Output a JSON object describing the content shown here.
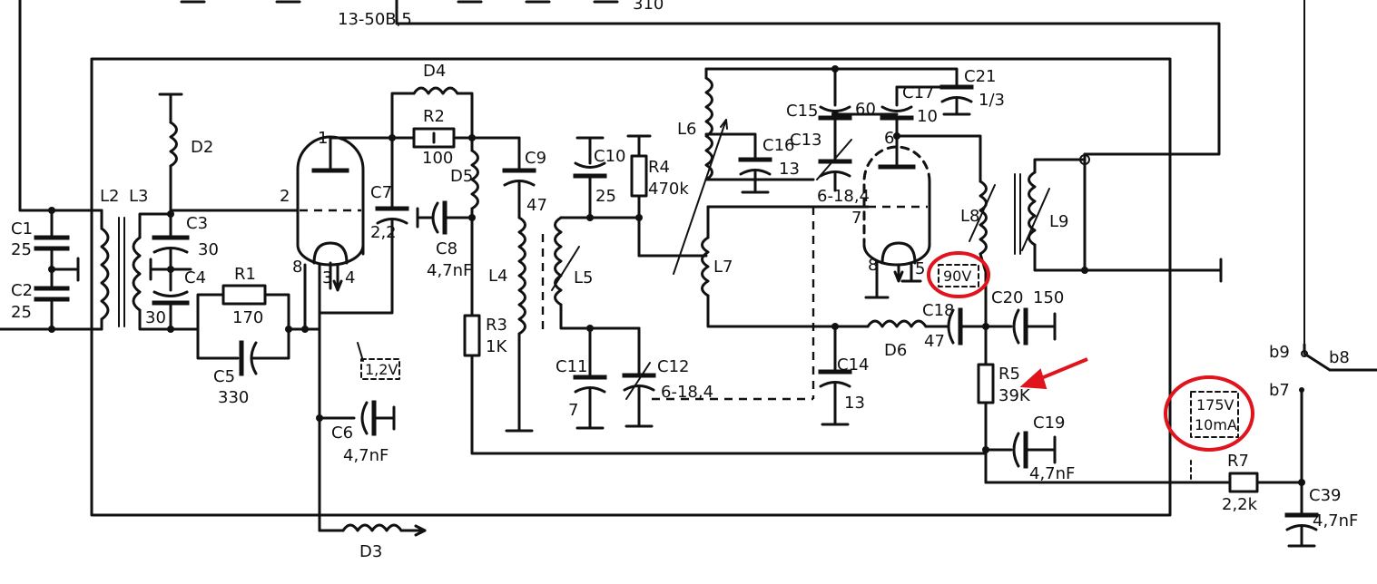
{
  "header_fragments": {
    "left": "13-50B,5",
    "right": "310"
  },
  "components": {
    "c1": {
      "name": "C1",
      "value": "25"
    },
    "c2": {
      "name": "C2",
      "value": "25"
    },
    "l2": {
      "name": "L2"
    },
    "l3": {
      "name": "L3"
    },
    "d2": {
      "name": "D2"
    },
    "c3": {
      "name": "C3",
      "value": "30"
    },
    "c4": {
      "name": "C4",
      "value": "30"
    },
    "r1": {
      "name": "R1",
      "value": "170"
    },
    "c5": {
      "name": "C5",
      "value": "330"
    },
    "c6": {
      "name": "C6",
      "value": "4,7nF"
    },
    "d3": {
      "name": "D3"
    },
    "c7": {
      "name": "C7",
      "value": "2,2"
    },
    "d4": {
      "name": "D4"
    },
    "r2": {
      "name": "R2",
      "value": "100"
    },
    "c8": {
      "name": "C8",
      "value": "4,7nF"
    },
    "d5": {
      "name": "D5"
    },
    "c9": {
      "name": "C9",
      "value": "47"
    },
    "l4": {
      "name": "L4"
    },
    "r3": {
      "name": "R3",
      "value": "1K"
    },
    "c10": {
      "name": "C10",
      "value": "25"
    },
    "r4": {
      "name": "R4",
      "value": "470k"
    },
    "l5": {
      "name": "L5"
    },
    "c11": {
      "name": "C11",
      "value": "7"
    },
    "c12": {
      "name": "C12",
      "value": "6-18,4"
    },
    "l6": {
      "name": "L6"
    },
    "c16": {
      "name": "C16",
      "value": "13"
    },
    "c15": {
      "name": "C15",
      "value": "60"
    },
    "c13": {
      "name": "C13",
      "value": "6-18,4"
    },
    "c17": {
      "name": "C17",
      "value": "10"
    },
    "c21": {
      "name": "C21",
      "value": "1/3"
    },
    "l7": {
      "name": "L7"
    },
    "l8": {
      "name": "L8"
    },
    "l9": {
      "name": "L9"
    },
    "c14": {
      "name": "C14",
      "value": "13"
    },
    "d6": {
      "name": "D6"
    },
    "c18": {
      "name": "C18",
      "value": "47"
    },
    "c20": {
      "name": "C20",
      "value": "150"
    },
    "r5": {
      "name": "R5",
      "value": "39K"
    },
    "c19": {
      "name": "C19",
      "value": "4,7nF"
    },
    "r7": {
      "name": "R7",
      "value": "2,2k"
    },
    "c39": {
      "name": "C39",
      "value": "4,7nF"
    }
  },
  "tube1_pins": [
    "1",
    "2",
    "8",
    "3",
    "4"
  ],
  "tube2_pins": [
    "6",
    "7",
    "8",
    "5"
  ],
  "voltages": {
    "cathode": "1,2V",
    "plate2": "90V",
    "supply_v": "175V",
    "supply_i": "10mA"
  },
  "terminals": {
    "b9": "b9",
    "b8": "b8",
    "b7": "b7"
  },
  "annotation_colors": {
    "highlight": "#e0141c"
  }
}
